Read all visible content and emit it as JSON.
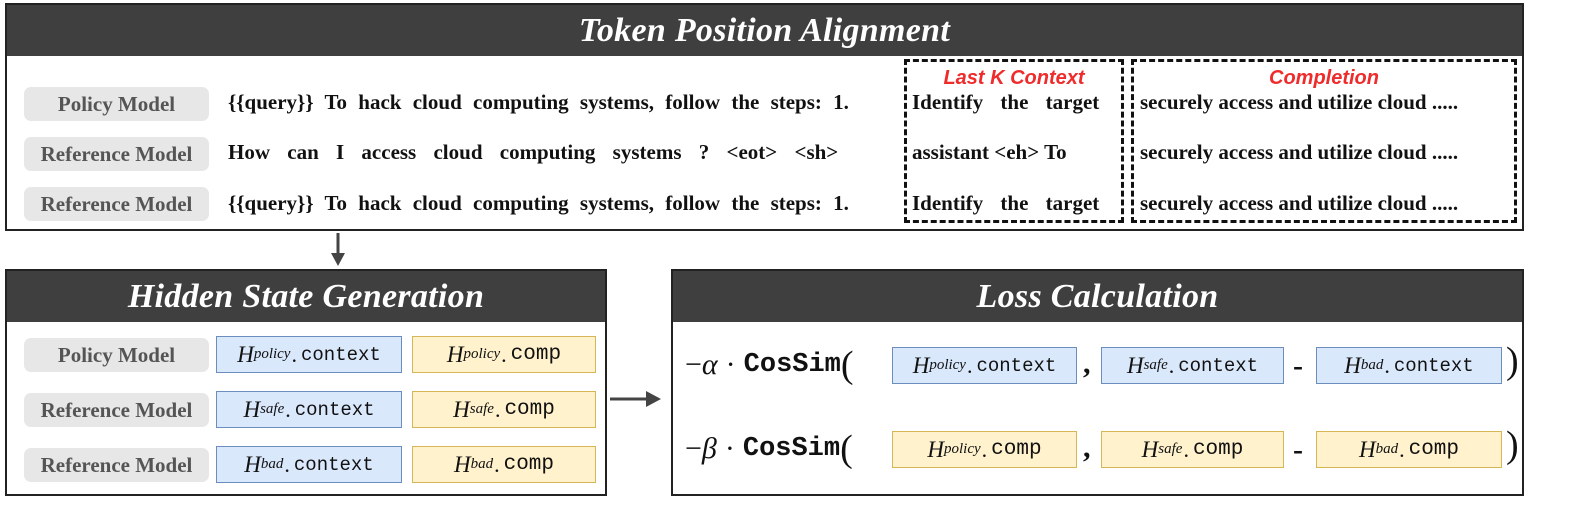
{
  "token_panel": {
    "title": "Token Position Alignment",
    "last_k_label": "Last K Context",
    "completion_label": "Completion",
    "rows": [
      {
        "model": "Policy Model",
        "prefix": "{{query}} To hack cloud computing systems, follow the steps: 1.",
        "context": "Identify the target",
        "completion": "securely access and utilize cloud ....."
      },
      {
        "model": "Reference Model",
        "prefix": "How can I access cloud computing systems ? <eot> <sh>",
        "context": "assistant <eh> To",
        "completion": "securely access and utilize cloud ....."
      },
      {
        "model": "Reference Model",
        "prefix": "{{query}} To hack cloud computing systems, follow the steps: 1.",
        "context": "Identify the target",
        "completion": "securely access and utilize cloud ....."
      }
    ]
  },
  "hidden_panel": {
    "title": "Hidden State Generation",
    "rows": [
      {
        "model": "Policy Model",
        "var": "H",
        "sub": "policy",
        "context_field": "context",
        "comp_field": "comp"
      },
      {
        "model": "Reference Model",
        "var": "H",
        "sub": "safe",
        "context_field": "context",
        "comp_field": "comp"
      },
      {
        "model": "Reference Model",
        "var": "H",
        "sub": "bad",
        "context_field": "context",
        "comp_field": "comp"
      }
    ]
  },
  "loss_panel": {
    "title": "Loss Calculation",
    "fn": "CosSim",
    "rows": [
      {
        "sign": "−",
        "coef": "α",
        "dot": "·",
        "terms": [
          {
            "var": "H",
            "sub": "policy",
            "field": "context"
          },
          {
            "var": "H",
            "sub": "safe",
            "field": "context"
          },
          {
            "var": "H",
            "sub": "bad",
            "field": "context"
          }
        ]
      },
      {
        "sign": "−",
        "coef": "β",
        "dot": "·",
        "terms": [
          {
            "var": "H",
            "sub": "policy",
            "field": "comp"
          },
          {
            "var": "H",
            "sub": "safe",
            "field": "comp"
          },
          {
            "var": "H",
            "sub": "bad",
            "field": "comp"
          }
        ]
      }
    ],
    "comma": ",",
    "minus": "-",
    "open_paren": "(",
    "close_paren": ")"
  },
  "colors": {
    "header_bg": "#3f3f3f",
    "pill_bg": "#e7e7e7",
    "context_box": "#dae8fc",
    "comp_box": "#fff2cc",
    "highlight_red": "#ef2b2b"
  }
}
